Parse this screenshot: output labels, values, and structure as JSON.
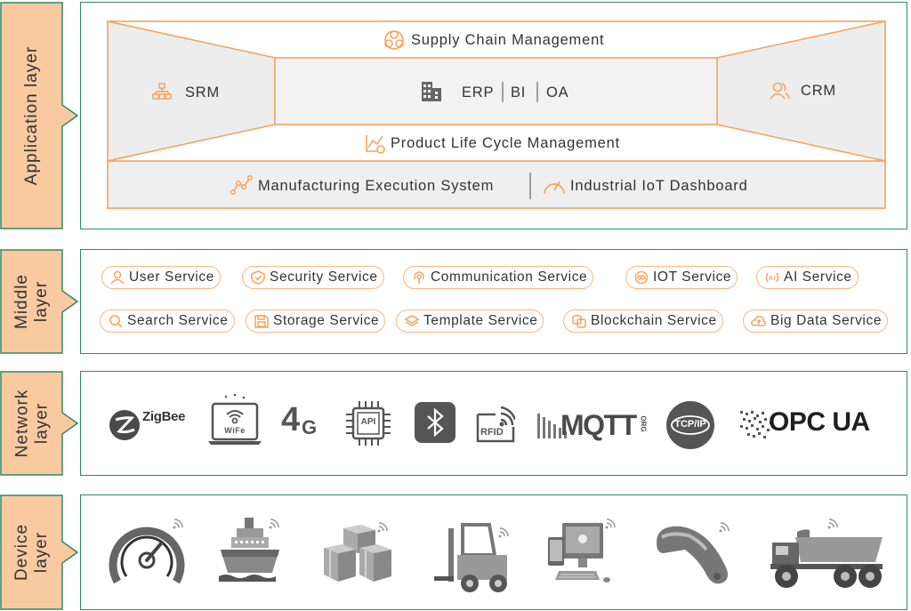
{
  "colors": {
    "accent_orange": "#f4a460",
    "tab_fill": "#f9c9a0",
    "border_green": "#2e8b63",
    "icon_gray": "#555555"
  },
  "layers": {
    "application": {
      "label": "Application layer"
    },
    "middle": {
      "label": "Middle\nlayer"
    },
    "network": {
      "label": "Network\nlayer"
    },
    "device": {
      "label": "Device\nlayer"
    }
  },
  "application": {
    "supply_chain": "Supply Chain Management",
    "srm": "SRM",
    "erp": "ERP",
    "bi": "BI",
    "oa": "OA",
    "crm": "CRM",
    "plm": "Product Life Cycle Management",
    "mes": "Manufacturing Execution System",
    "iot_dashboard": "Industrial IoT Dashboard"
  },
  "middle": {
    "row1": [
      {
        "label": "User Service",
        "icon": "user-icon"
      },
      {
        "label": "Security Service",
        "icon": "shield-icon"
      },
      {
        "label": "Communication Service",
        "icon": "antenna-icon"
      },
      {
        "label": "IOT Service",
        "icon": "iot-icon"
      },
      {
        "label": "AI Service",
        "icon": "ai-icon"
      }
    ],
    "row2": [
      {
        "label": "Search Service",
        "icon": "search-icon"
      },
      {
        "label": "Storage Service",
        "icon": "save-icon"
      },
      {
        "label": "Template Service",
        "icon": "layers-icon"
      },
      {
        "label": "Blockchain Service",
        "icon": "blockchain-icon"
      },
      {
        "label": "Big Data Service",
        "icon": "cloud-icon"
      }
    ]
  },
  "network": {
    "zigbee": "ZigBee",
    "wifi": "WiFe",
    "fourg": "4",
    "fourg_sub": "G",
    "api": "API",
    "rfid": "RFID",
    "mqtt": "MQTT",
    "mqtt_org": "ORG",
    "tcpip": "TCP/IP",
    "opcua": "OPC UA"
  }
}
